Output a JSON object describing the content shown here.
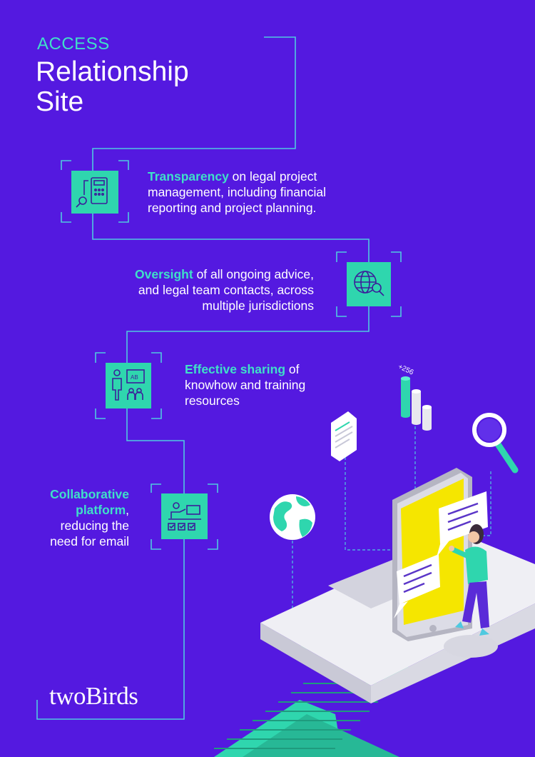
{
  "header": {
    "eyebrow": "ACCESS",
    "title_line1": "Relationship",
    "title_line2": "Site"
  },
  "features": [
    {
      "highlight": "Transparency",
      "rest": " on legal project management, including financial reporting and project planning.",
      "icon": "calculator-magnifier-icon"
    },
    {
      "highlight": "Oversight",
      "rest": " of all ongoing advice, and legal team contacts, across multiple jurisdictions",
      "icon": "globe-search-icon"
    },
    {
      "highlight": "Effective sharing",
      "rest": " of knowhow and training resources",
      "icon": "training-presentation-icon"
    },
    {
      "highlight": "Collaborative platform",
      "rest": ", reducing the need for email",
      "icon": "checklist-desk-icon"
    }
  ],
  "illustration": {
    "chart_label": "+256"
  },
  "brand": {
    "logo": "twoBirds"
  },
  "colors": {
    "background": "#5419e0",
    "accent": "#3fe0c8",
    "teal_box": "#2fd6ae",
    "screen_yellow": "#f5e600",
    "platform": "#e9e9ef"
  }
}
